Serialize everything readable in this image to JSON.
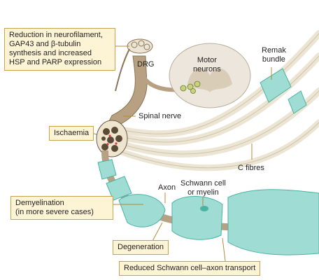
{
  "callouts": {
    "biochem": [
      "Reduction in neurofilament,",
      "GAP43 and β-tubulin",
      "synthesis and increased",
      "HSP and PARP expression"
    ],
    "ischaemia": "Ischaemia",
    "demyelination": [
      "Demyelination",
      "(in more severe cases)"
    ],
    "degeneration": "Degeneration",
    "transport": "Reduced Schwann cell–axon transport"
  },
  "labels": {
    "drg": "DRG",
    "motor": [
      "Motor",
      "neurons"
    ],
    "remak": [
      "Remak",
      "bundle"
    ],
    "spinal_nerve": "Spinal nerve",
    "c_fibres": "C fibres",
    "axon": "Axon",
    "schwann": [
      "Schwann cell",
      "or myelin"
    ]
  },
  "colors": {
    "callout_fill": "#fdf4d6",
    "callout_border": "#c9a24f",
    "myelin": "#9fdcd3",
    "myelin_dark": "#49b3a4",
    "axon": "#b7a182",
    "fibre": "#ece5d3",
    "spinal_cord": "#ece6dc",
    "leader": "#b8893a"
  }
}
